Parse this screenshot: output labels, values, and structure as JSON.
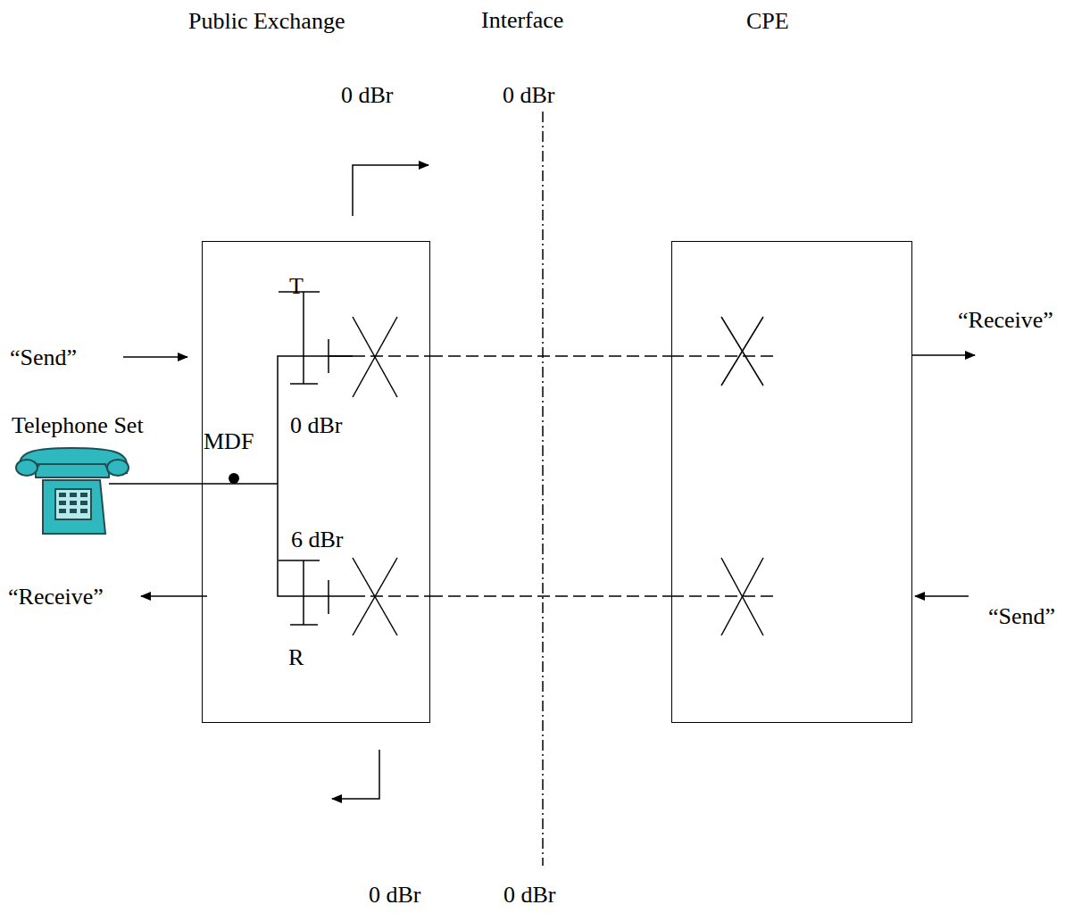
{
  "diagram": {
    "nodes": [
      {
        "text": [
          "Public Exchange"
        ]
      },
      {
        "text": [
          "CPE"
        ]
      }
    ],
    "edges": [
      {
        "from": 0,
        "to": 1,
        "arrow": "none"
      },
      {
        "from": 0,
        "to": 1,
        "arrow": "none"
      }
    ],
    "labels": [
      "Interface",
      "0 dBr",
      "0 dBr",
      "“Send”",
      "T",
      "Telephone Set",
      "MDF",
      "0 dBr",
      "6 dBr",
      "“Receive”",
      "R",
      "“Receive”",
      "“Send”",
      "0 dBr",
      "0 dBr"
    ]
  }
}
